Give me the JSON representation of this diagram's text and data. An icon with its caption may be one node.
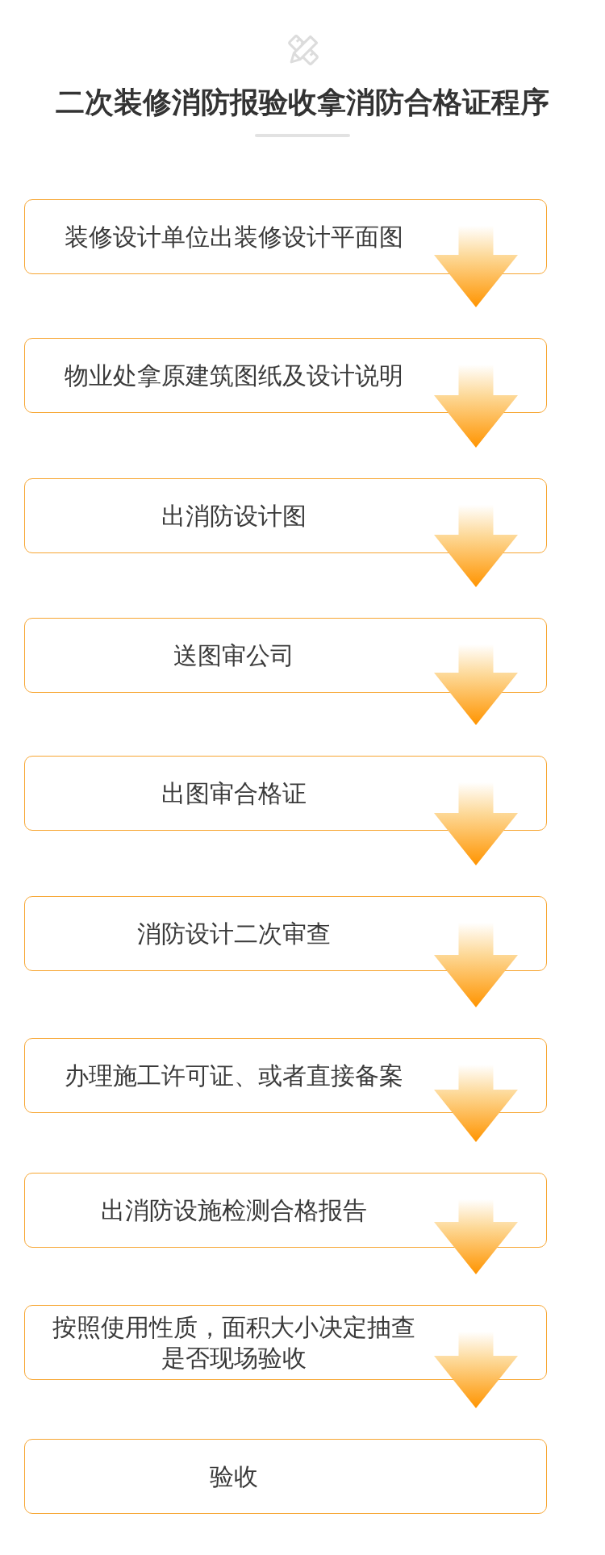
{
  "diagram": {
    "title": "二次装修消防报验收拿消防合格证程序",
    "nodes": [
      {
        "text": [
          "装修设计单位出装修设计平面图"
        ]
      },
      {
        "text": [
          "物业处拿原建筑图纸及设计说明"
        ]
      },
      {
        "text": [
          "出消防设计图"
        ]
      },
      {
        "text": [
          "送图审公司"
        ]
      },
      {
        "text": [
          "出图审合格证"
        ]
      },
      {
        "text": [
          "消防设计二次审查"
        ]
      },
      {
        "text": [
          "办理施工许可证、或者直接备案"
        ]
      },
      {
        "text": [
          "出消防设施检测合格报告"
        ]
      },
      {
        "text": [
          "按照使用性质，面积大小决定抽查是否现场验收"
        ]
      },
      {
        "text": [
          "验收"
        ]
      }
    ],
    "edges": [
      {
        "from": 0,
        "to": 1,
        "arrow": "to"
      },
      {
        "from": 1,
        "to": 2,
        "arrow": "to"
      },
      {
        "from": 2,
        "to": 3,
        "arrow": "to"
      },
      {
        "from": 3,
        "to": 4,
        "arrow": "to"
      },
      {
        "from": 4,
        "to": 5,
        "arrow": "to"
      },
      {
        "from": 5,
        "to": 6,
        "arrow": "to"
      },
      {
        "from": 6,
        "to": 7,
        "arrow": "to"
      },
      {
        "from": 7,
        "to": 8,
        "arrow": "to"
      },
      {
        "from": 8,
        "to": 9,
        "arrow": "to"
      }
    ]
  }
}
